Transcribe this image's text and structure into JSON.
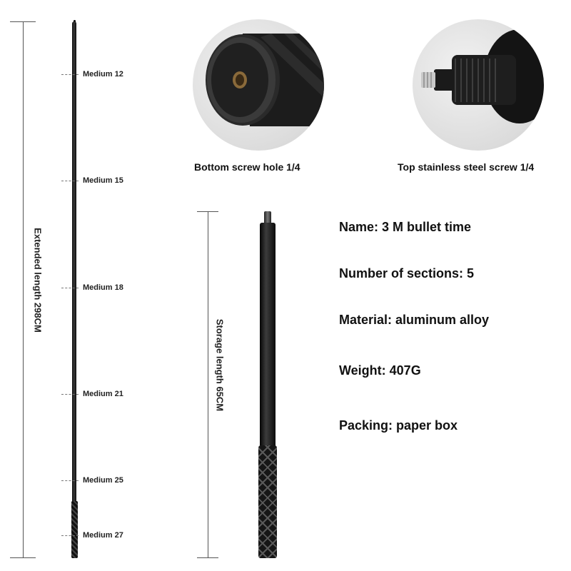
{
  "extended": {
    "label": "Extended length 298CM",
    "sections": [
      "Medium 12",
      "Medium 15",
      "Medium 18",
      "Medium 21",
      "Medium 25",
      "Medium 27"
    ]
  },
  "storage": {
    "label": "Storage length 65CM"
  },
  "captions": {
    "bottom": "Bottom screw hole 1/4",
    "top": "Top stainless steel screw 1/4"
  },
  "specs": [
    "Name: 3 M bullet time",
    "Number of sections: 5",
    "Material: aluminum alloy",
    "Weight: 407G",
    "Packing: paper box"
  ]
}
